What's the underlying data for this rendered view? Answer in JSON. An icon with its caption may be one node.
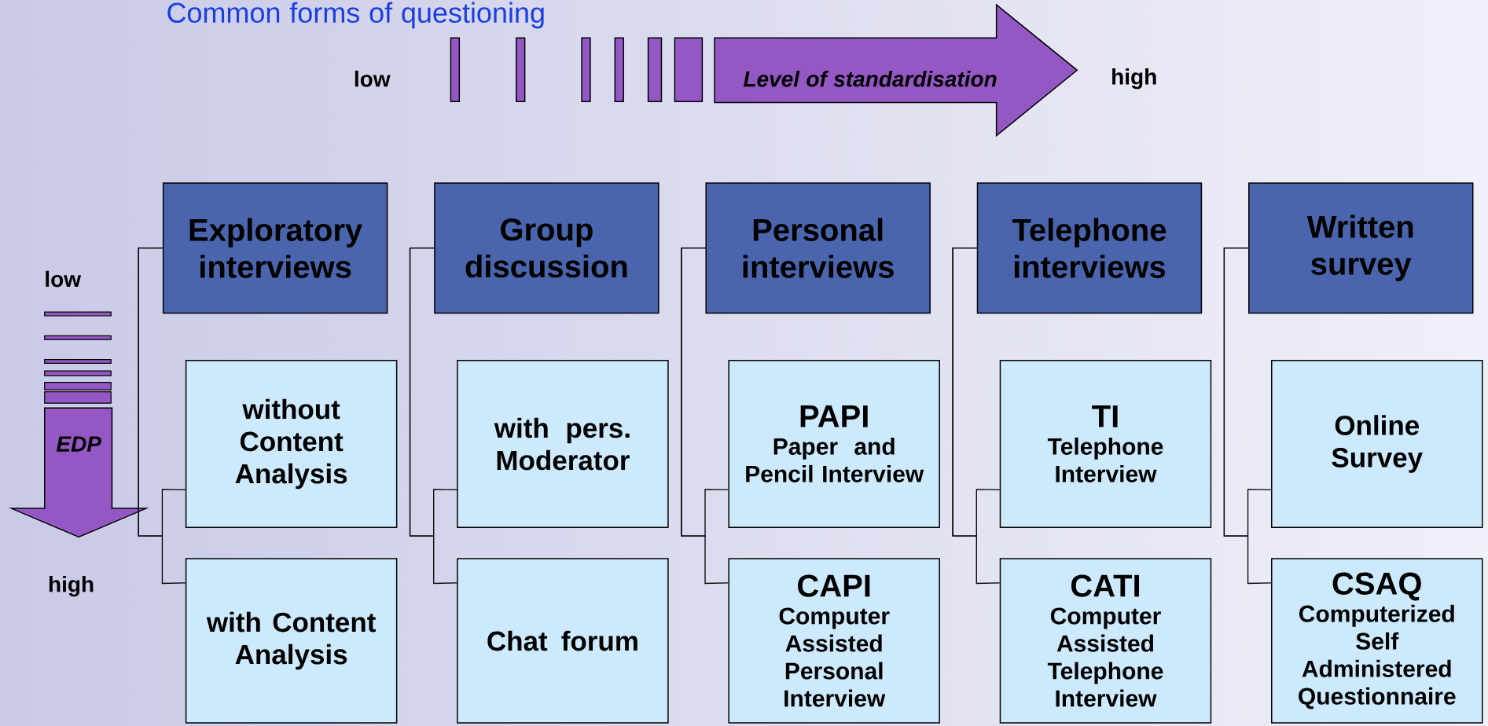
{
  "diagram": {
    "title": "Common forms of questioning",
    "nodes": [
      {
        "text": [
          "Exploratory interviews"
        ]
      },
      {
        "text": [
          "Group discussion"
        ]
      },
      {
        "text": [
          "Personal interviews"
        ]
      },
      {
        "text": [
          "Telephone interviews"
        ]
      },
      {
        "text": [
          "Written survey"
        ]
      },
      {
        "text": [
          "without Content Analysis"
        ]
      },
      {
        "text": [
          "with pers. Moderator"
        ]
      },
      {
        "text": [
          "PAPI",
          "Paper and Pencil Interview"
        ]
      },
      {
        "text": [
          "TI",
          "Telephone Interview"
        ]
      },
      {
        "text": [
          "Online Survey"
        ]
      },
      {
        "text": [
          "with Content Analysis"
        ]
      },
      {
        "text": [
          "Chat forum"
        ]
      },
      {
        "text": [
          "CAPI",
          "Computer Assisted Personal Interview"
        ]
      },
      {
        "text": [
          "CATI",
          "Computer Assisted Telephone Interview"
        ]
      },
      {
        "text": [
          "CSAQ",
          "Computerized Self Administered Questionnaire"
        ]
      }
    ],
    "edges": [
      {
        "from": 0,
        "to": 5,
        "arrow": "none"
      },
      {
        "from": 0,
        "to": 10,
        "arrow": "none"
      },
      {
        "from": 1,
        "to": 6,
        "arrow": "none"
      },
      {
        "from": 1,
        "to": 11,
        "arrow": "none"
      },
      {
        "from": 2,
        "to": 7,
        "arrow": "none"
      },
      {
        "from": 2,
        "to": 12,
        "arrow": "none"
      },
      {
        "from": 3,
        "to": 8,
        "arrow": "none"
      },
      {
        "from": 3,
        "to": 13,
        "arrow": "none"
      },
      {
        "from": 4,
        "to": 9,
        "arrow": "none"
      },
      {
        "from": 4,
        "to": 14,
        "arrow": "none"
      }
    ],
    "labels": [
      "low",
      "Level of standardisation",
      "high",
      "low",
      "EDP",
      "high"
    ]
  }
}
